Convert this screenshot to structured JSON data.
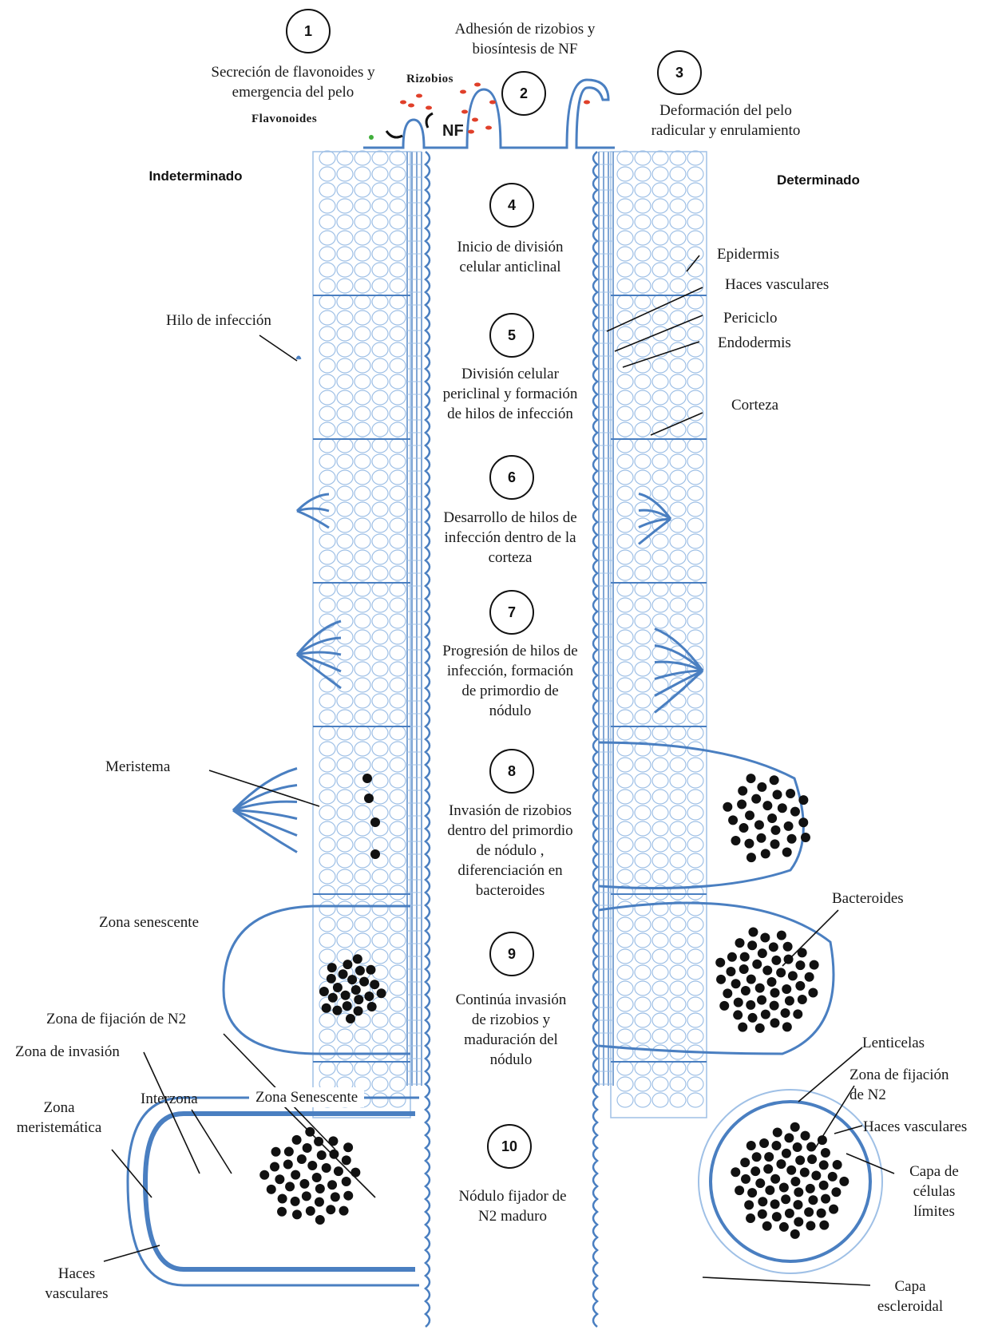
{
  "colors": {
    "tissue": "#4a7fc1",
    "tissue_light": "#9fc0e6",
    "badge": "#23a650",
    "bacteroid": "#111111",
    "rhizobia": "#e0402a"
  },
  "headers": {
    "left": "Indeterminado",
    "right": "Determinado"
  },
  "top": {
    "flavonoids_text": "Secreción de flavonoides y emergencia del pelo",
    "flavonoids_bold": "Flavonoides",
    "rhizobia_bold": "Rizobios",
    "nf": "NF",
    "adhesion": "Adhesión de rizobios y biosíntesis de NF",
    "deformation": "Deformación del pelo radicular y enrulamiento"
  },
  "steps": [
    {
      "num": "1"
    },
    {
      "num": "2"
    },
    {
      "num": "3"
    },
    {
      "num": "4",
      "text": "Inicio de división celular anticlinal"
    },
    {
      "num": "5",
      "text": "División celular periclinal y formación de hilos de infección"
    },
    {
      "num": "6",
      "text": "Desarrollo de hilos de infección dentro de la corteza"
    },
    {
      "num": "7",
      "text": "Progresión de hilos de infección, formación de primordio de nódulo"
    },
    {
      "num": "8",
      "text": "Invasión de rizobios dentro del primordio de nódulo , diferenciación en bacteroides"
    },
    {
      "num": "9",
      "text": "Continúa invasión de rizobios y maduración del nódulo"
    },
    {
      "num": "10",
      "text": "Nódulo fijador de N2 maduro"
    }
  ],
  "left_labels": {
    "infection_thread": "Hilo de infección",
    "meristem": "Meristema",
    "senescent": "Zona senescente",
    "fixation": "Zona de fijación de N2",
    "invasion": "Zona de invasión",
    "interzone": "Interzona",
    "senescent2": "Zona  Senescente",
    "meristematic": "Zona meristemática",
    "vascular": "Haces vasculares"
  },
  "right_labels": {
    "epidermis": "Epidermis",
    "vascular": "Haces vasculares",
    "pericycle": "Periciclo",
    "endodermis": "Endodermis",
    "cortex": "Corteza",
    "bacteroids": "Bacteroides",
    "lenticels": "Lenticelas",
    "fixation": "Zona de fijación de N2",
    "vascular2": "Haces vasculares",
    "boundary": "Capa de células límites",
    "sclerenchyma": "Capa escleroidal"
  }
}
